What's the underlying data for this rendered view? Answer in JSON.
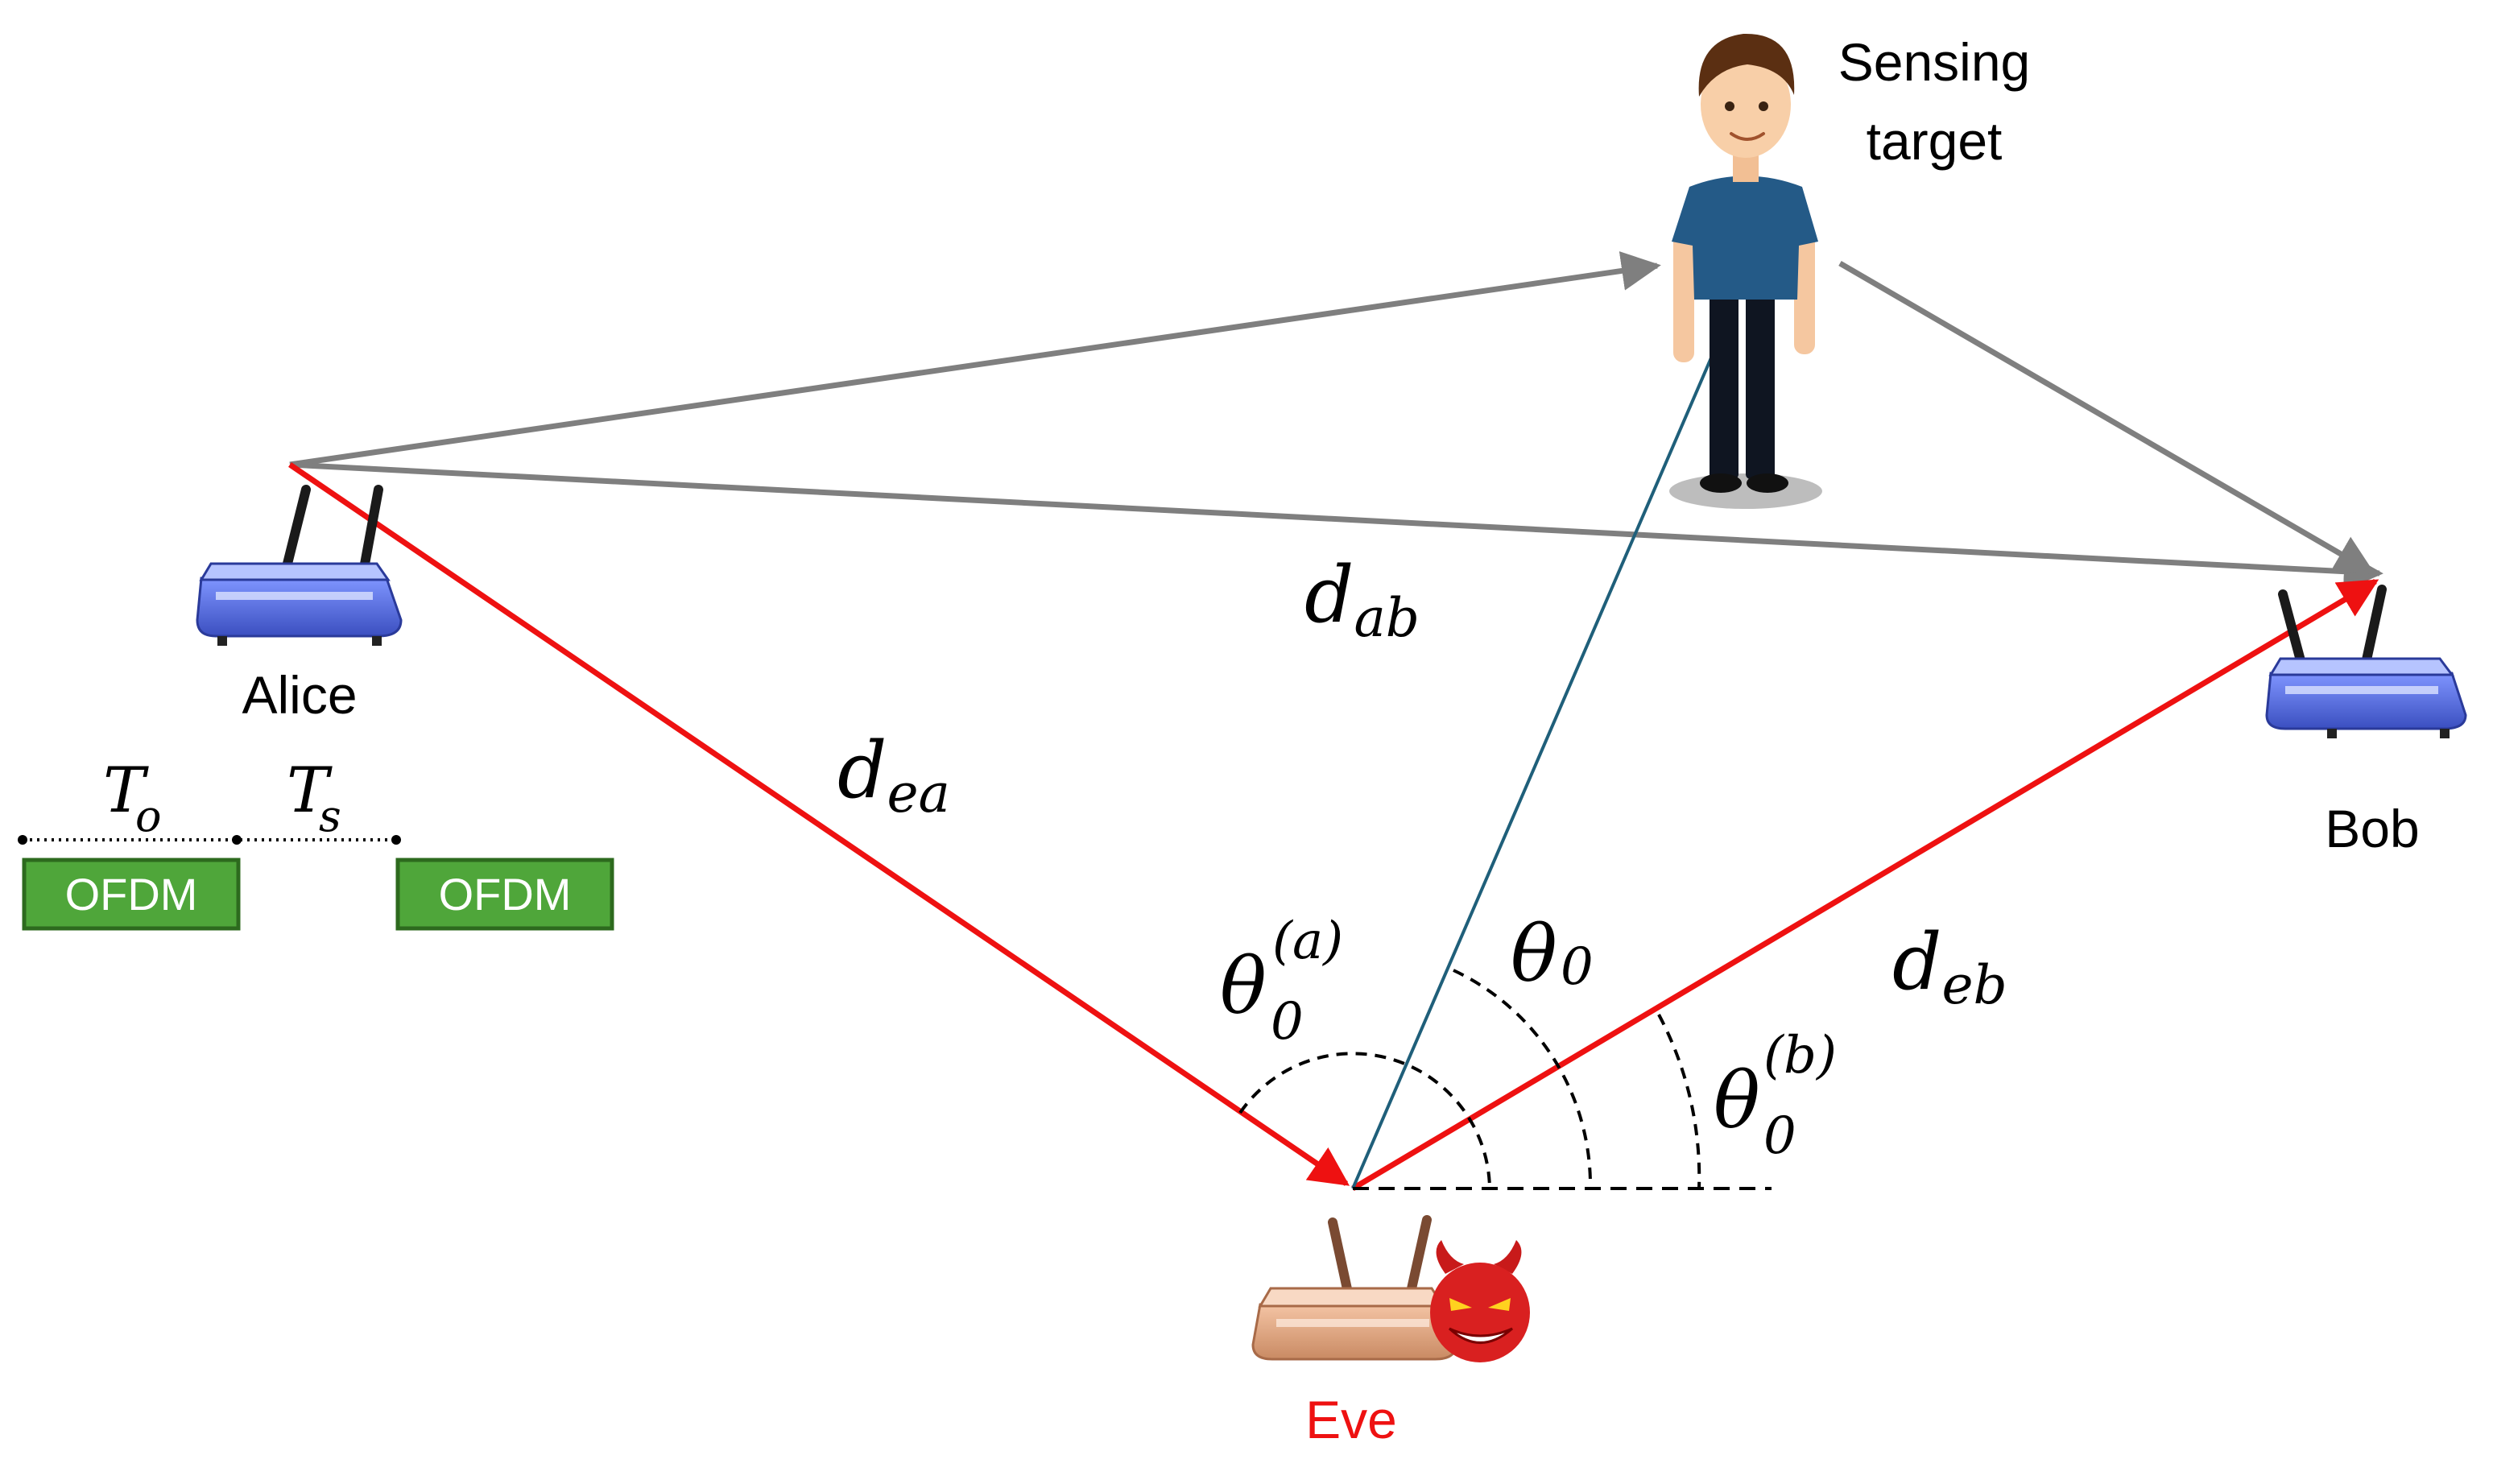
{
  "nodes": {
    "alice": "Alice",
    "bob": "Bob",
    "eve": "Eve",
    "target_line1": "Sensing",
    "target_line2": "target"
  },
  "distances": {
    "ab": {
      "base": "d",
      "sub": "ab"
    },
    "ea": {
      "base": "d",
      "sub": "ea"
    },
    "eb": {
      "base": "d",
      "sub": "eb"
    }
  },
  "angles": {
    "theta_a": {
      "base": "θ",
      "sub": "0",
      "sup": "(a)"
    },
    "theta_0": {
      "base": "θ",
      "sub": "0"
    },
    "theta_b": {
      "base": "θ",
      "sub": "0",
      "sup": "(b)"
    }
  },
  "timing": {
    "to": {
      "base": "T",
      "sub": "o"
    },
    "ts": {
      "base": "T",
      "sub": "s"
    },
    "block1": "OFDM",
    "block2": "OFDM"
  },
  "colors": {
    "red_link": "#ee1111",
    "gray_link": "#7f7f7f",
    "sensing_line": "#1f5f7a",
    "ofdm_fill": "#4fa63a",
    "ofdm_border": "#2d6a1e",
    "eve_label": "#ee1111",
    "router_blue": "#4a62d6",
    "router_eve": "#e0a07c",
    "devil": "#d92020"
  },
  "icons": {
    "alice": "wifi-router-icon",
    "bob": "wifi-router-icon",
    "eve": "wifi-router-icon",
    "eve_badge": "devil-face-icon",
    "target": "person-icon"
  }
}
